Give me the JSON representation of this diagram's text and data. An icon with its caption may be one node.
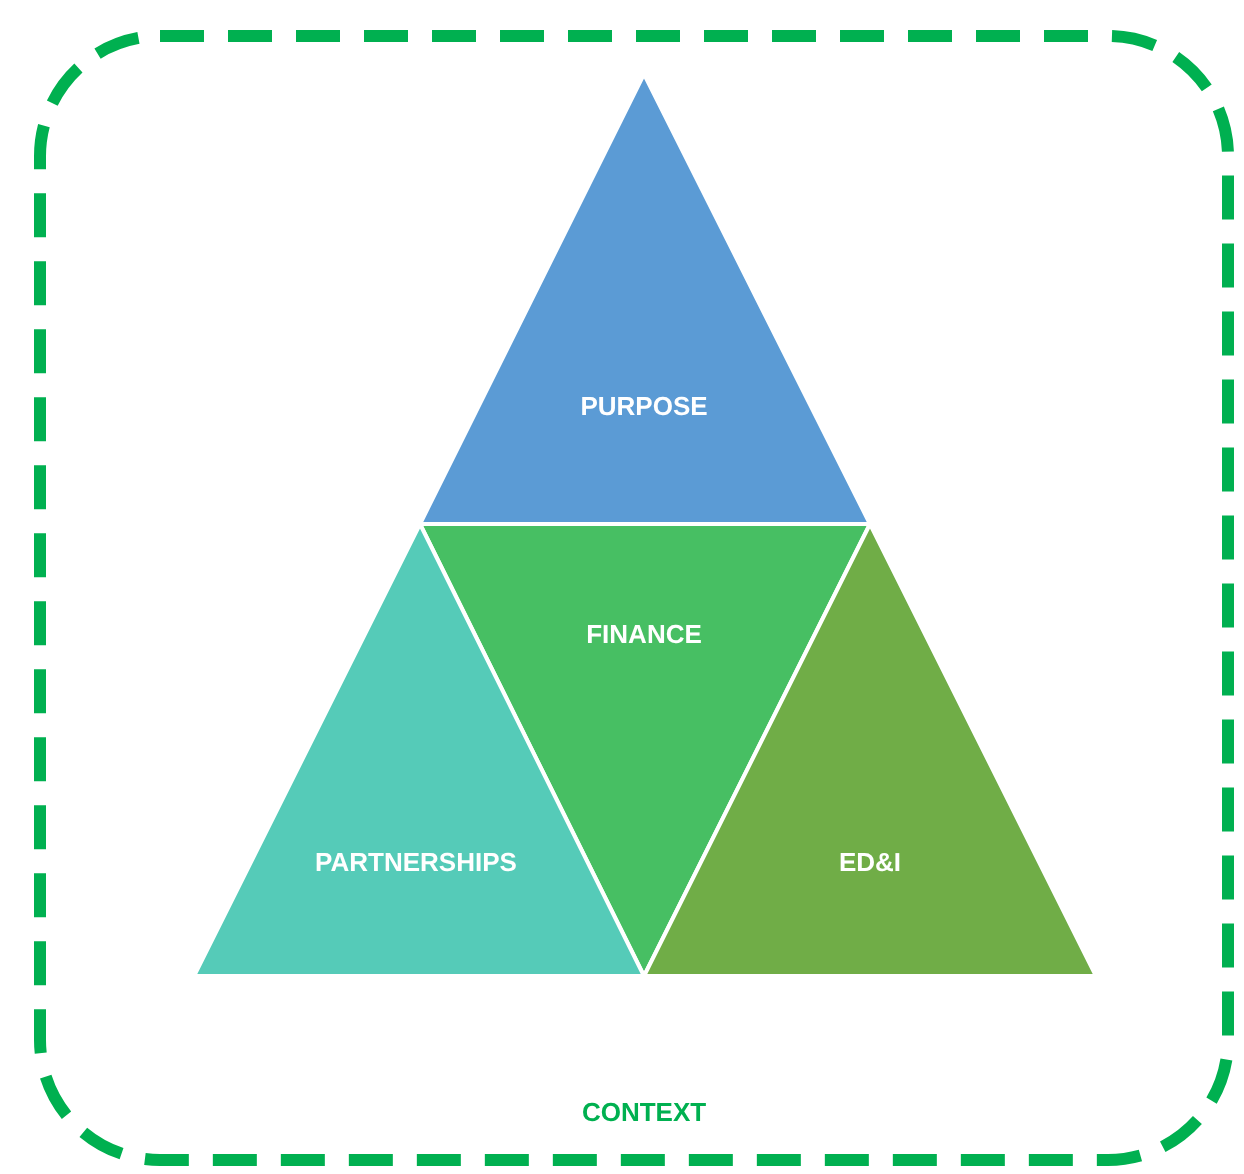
{
  "diagram": {
    "nodes": [
      {
        "text": [
          "CONTEXT"
        ]
      },
      {
        "text": [
          "PURPOSE"
        ],
        "in": 0
      },
      {
        "text": [
          "FINANCE"
        ],
        "in": 0
      },
      {
        "text": [
          "PARTNERSHIPS"
        ],
        "in": 0
      },
      {
        "text": [
          "ED&I"
        ],
        "in": 0
      }
    ]
  }
}
